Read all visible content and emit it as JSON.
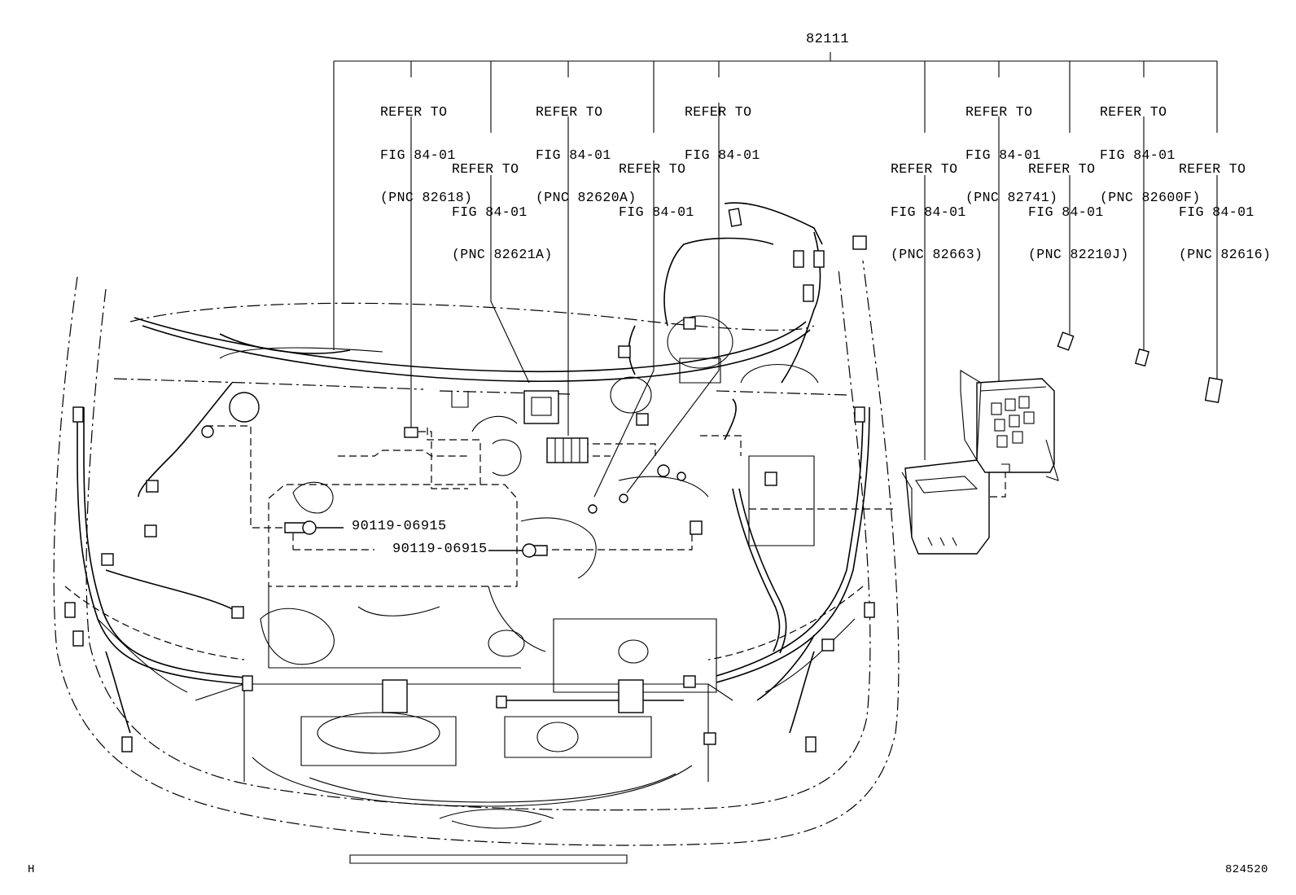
{
  "main_part_number": "82111",
  "callouts": [
    {
      "lines": [
        "REFER TO",
        "FIG 84-01",
        "(PNC 82618)"
      ]
    },
    {
      "lines": [
        "REFER TO",
        "FIG 84-01",
        "(PNC 82621A)"
      ]
    },
    {
      "lines": [
        "REFER TO",
        "FIG 84-01",
        "(PNC 82620A)"
      ]
    },
    {
      "lines": [
        "REFER TO",
        "FIG 84-01"
      ]
    },
    {
      "lines": [
        "REFER TO",
        "FIG 84-01"
      ]
    },
    {
      "lines": [
        "REFER TO",
        "FIG 84-01",
        "(PNC 82663)"
      ]
    },
    {
      "lines": [
        "REFER TO",
        "FIG 84-01",
        "(PNC 82741)"
      ]
    },
    {
      "lines": [
        "REFER TO",
        "FIG 84-01",
        "(PNC 82210J)"
      ]
    },
    {
      "lines": [
        "REFER TO",
        "FIG 84-01",
        "(PNC 82600F)"
      ]
    },
    {
      "lines": [
        "REFER TO",
        "FIG 84-01",
        "(PNC 82616)"
      ]
    }
  ],
  "bolts": [
    "90119-06915",
    "90119-06915"
  ],
  "corner_left": "H",
  "illustration_number": "824520"
}
